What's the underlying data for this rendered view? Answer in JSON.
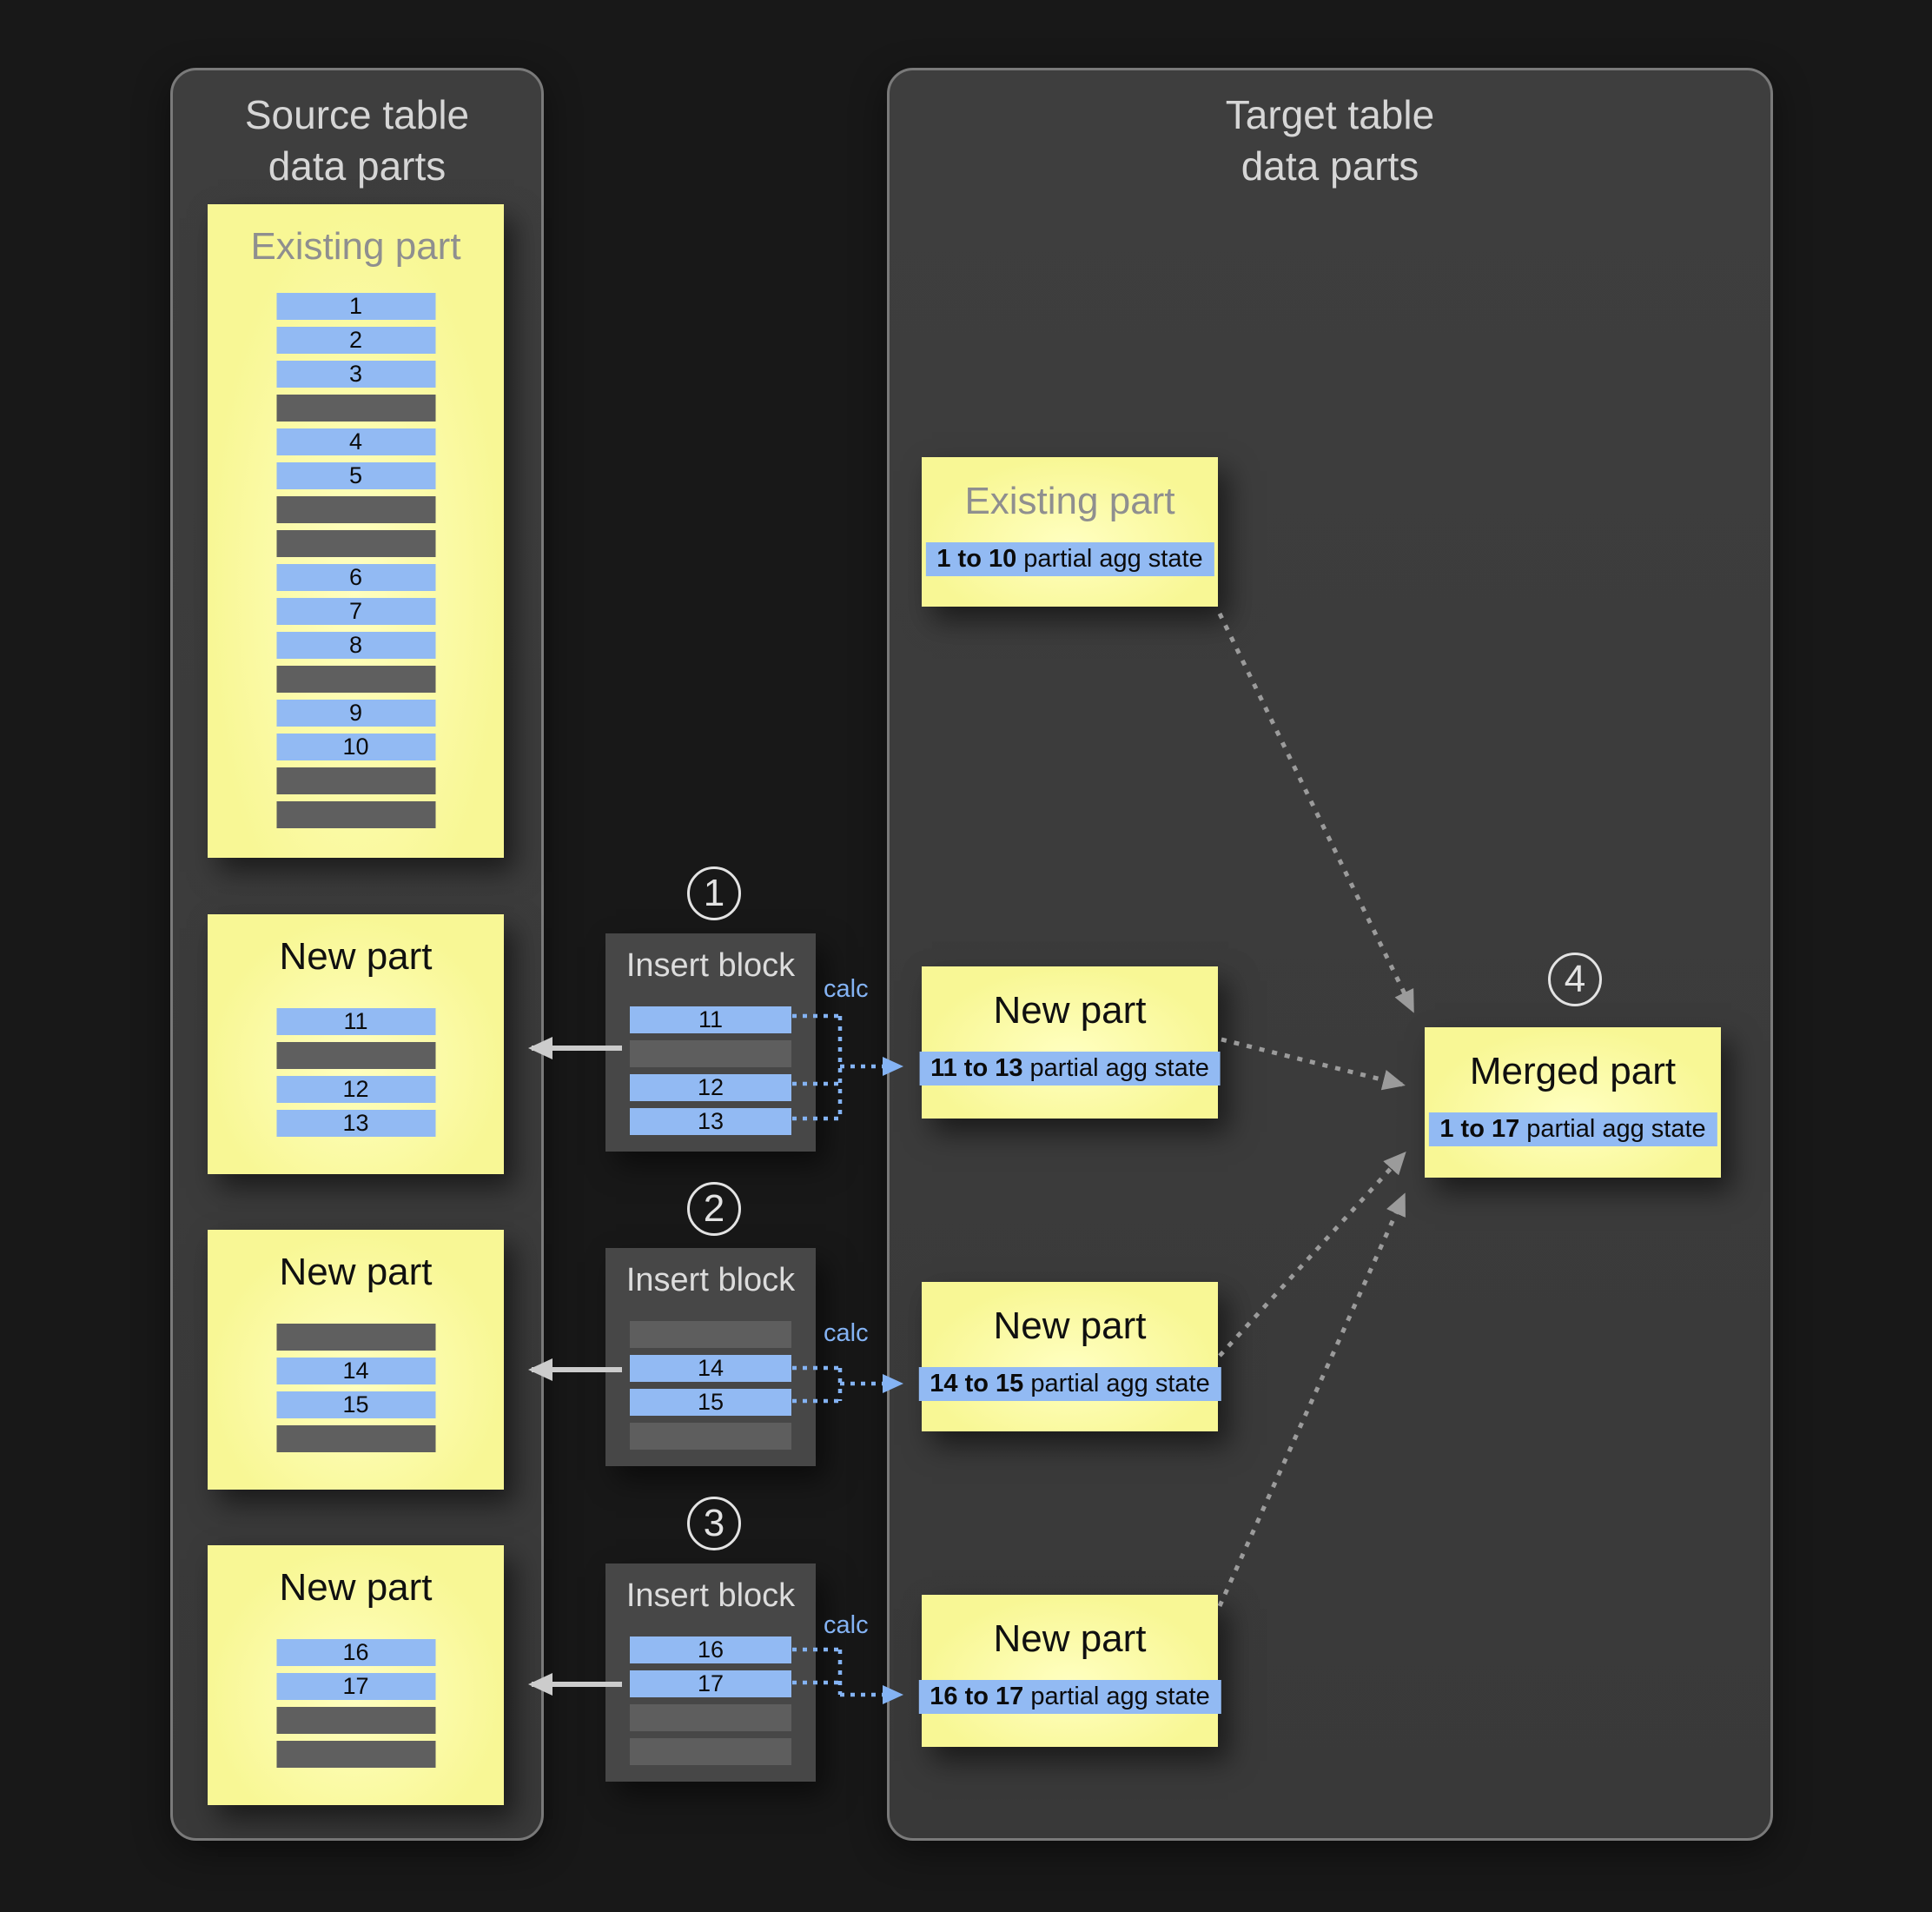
{
  "source_panel": {
    "title_line1": "Source table",
    "title_line2": "data parts",
    "existing_part": {
      "title": "Existing part",
      "rows": [
        "1",
        "2",
        "3",
        null,
        "4",
        "5",
        null,
        null,
        "6",
        "7",
        "8",
        null,
        "9",
        "10",
        null,
        null
      ]
    },
    "new_parts": [
      {
        "title": "New part",
        "rows": [
          "11",
          null,
          "12",
          "13"
        ]
      },
      {
        "title": "New part",
        "rows": [
          null,
          "14",
          "15",
          null
        ]
      },
      {
        "title": "New part",
        "rows": [
          "16",
          "17",
          null,
          null
        ]
      }
    ]
  },
  "insert_blocks": [
    {
      "step": "1",
      "title": "Insert block",
      "calc_label": "calc",
      "rows": [
        "11",
        null,
        "12",
        "13"
      ]
    },
    {
      "step": "2",
      "title": "Insert block",
      "calc_label": "calc",
      "rows": [
        null,
        "14",
        "15",
        null
      ]
    },
    {
      "step": "3",
      "title": "Insert block",
      "calc_label": "calc",
      "rows": [
        "16",
        "17",
        null,
        null
      ]
    }
  ],
  "target_panel": {
    "title_line1": "Target table",
    "title_line2": "data parts",
    "existing_part": {
      "title": "Existing part",
      "agg_range": "1 to 10",
      "agg_label": " partial agg state"
    },
    "new_parts": [
      {
        "title": "New part",
        "agg_range": "11 to 13",
        "agg_label": " partial agg state"
      },
      {
        "title": "New part",
        "agg_range": "14 to 15",
        "agg_label": " partial agg state"
      },
      {
        "title": "New part",
        "agg_range": "16 to 17",
        "agg_label": " partial agg state"
      }
    ],
    "merged_part": {
      "step": "4",
      "title": "Merged part",
      "agg_range": "1 to 17",
      "agg_label": " partial agg state"
    }
  },
  "colors": {
    "background": "#181818",
    "panel_bg": "#3b3b3b",
    "panel_border": "#7a7a7a",
    "panel_title": "#d6d6d6",
    "yellow_box": "#f8f795",
    "blue_row": "#92baf3",
    "gray_row": "#5f5f5f",
    "insert_bg": "#474747",
    "insert_row_gray": "#5e5e5e",
    "insert_title": "#dcdcdc",
    "muted_title": "#8f8f8f",
    "calc_blue": "#84b3f4",
    "gray_arrow": "#9b9b9b",
    "white_arrow": "#cccccc",
    "step_badge": "#e3e3e3"
  }
}
